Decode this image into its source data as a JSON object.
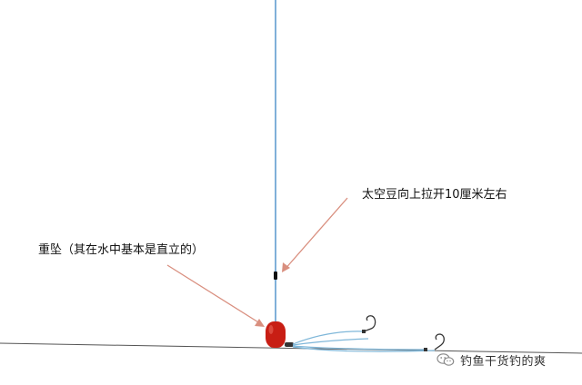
{
  "labels": {
    "bead_annotation": "太空豆向上拉开10厘米左右",
    "sinker_annotation": "重坠（其在水中基本是直立的）"
  },
  "watermark": {
    "text": "钓鱼干货钓的爽",
    "icon": "wechat-icon"
  },
  "colors": {
    "main_line": "#4a8fc9",
    "sinker": "#c81e14",
    "arrow": "#d98f7f",
    "ground": "#555555"
  }
}
